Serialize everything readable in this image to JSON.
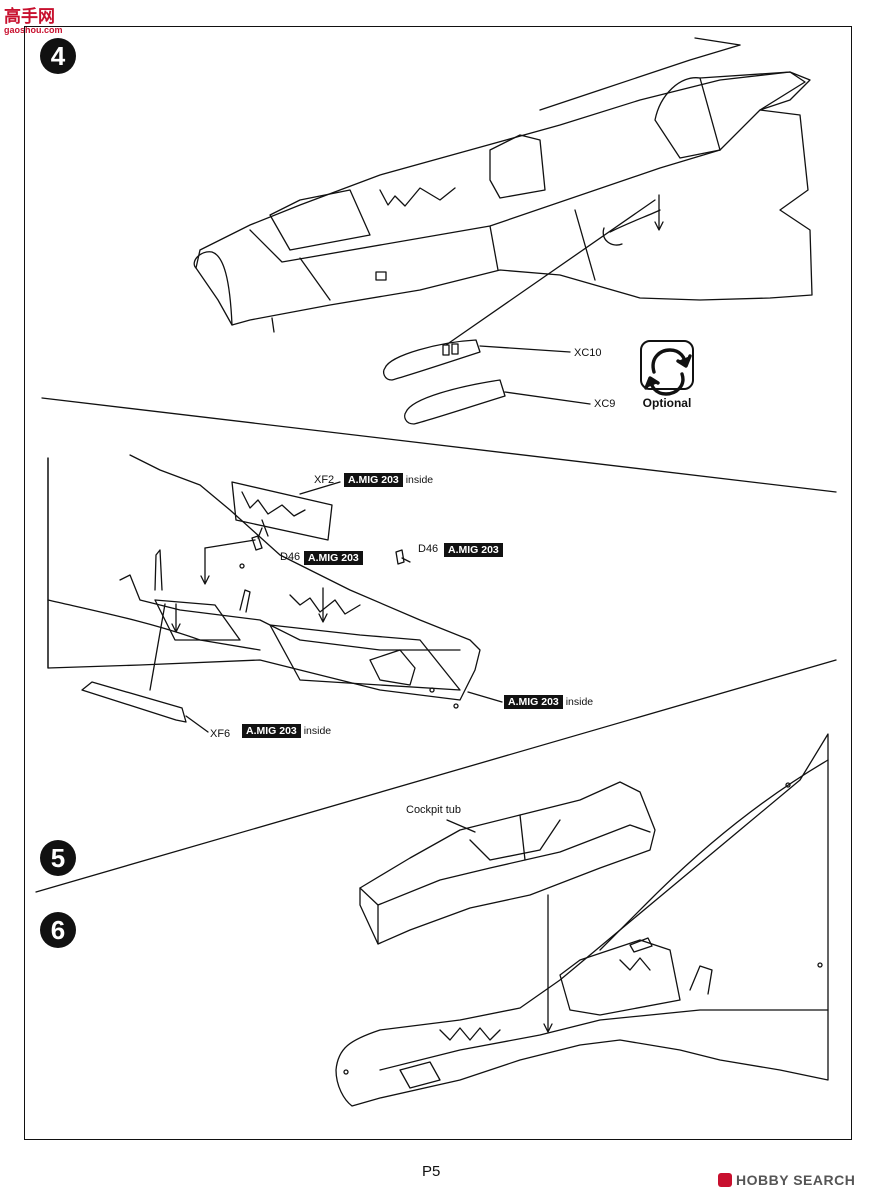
{
  "watermark": {
    "site_name": "高手网",
    "site_url": "gaoshou.com",
    "brand": "HOBBY SEARCH"
  },
  "steps": {
    "step4": "4",
    "step5": "5",
    "step6": "6"
  },
  "step4": {
    "part_xc10": "XC10",
    "part_xc9": "XC9",
    "optional_label": "Optional"
  },
  "step5": {
    "part_xf2": "XF2",
    "part_d46_a": "D46",
    "part_d46_b": "D46",
    "part_xf6": "XF6",
    "paint_code": "A.MIG 203",
    "paint_inside": "inside"
  },
  "step6": {
    "cockpit_tub_label": "Cockpit tub"
  },
  "page": {
    "number": "P5"
  }
}
